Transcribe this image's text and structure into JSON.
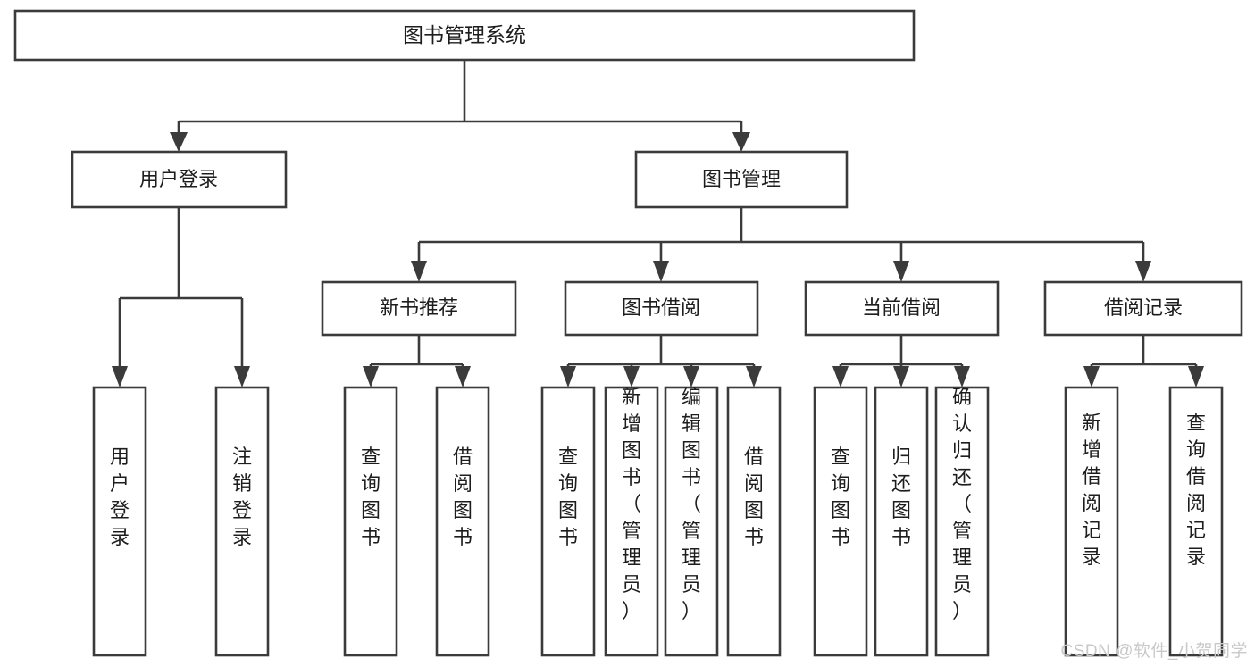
{
  "diagram": {
    "title": "图书管理系统",
    "type": "tree",
    "orientation": "top-down",
    "colors": {
      "box_stroke": "#3b3b3b",
      "box_fill": "#ffffff",
      "text": "#1d1d1d",
      "background": "#ffffff",
      "watermark": "#c9c9c9"
    },
    "root": {
      "id": "root",
      "label": "图书管理系统",
      "orientation": "horizontal"
    },
    "level2": [
      {
        "id": "user-login",
        "label": "用户登录",
        "orientation": "horizontal"
      },
      {
        "id": "book-manage",
        "label": "图书管理",
        "orientation": "horizontal"
      }
    ],
    "level3": [
      {
        "id": "new-book-recommend",
        "label": "新书推荐",
        "orientation": "horizontal",
        "parent": "book-manage"
      },
      {
        "id": "book-borrow",
        "label": "图书借阅",
        "orientation": "horizontal",
        "parent": "book-manage"
      },
      {
        "id": "current-borrow",
        "label": "当前借阅",
        "orientation": "horizontal",
        "parent": "book-manage"
      },
      {
        "id": "borrow-record",
        "label": "借阅记录",
        "orientation": "horizontal",
        "parent": "book-manage"
      }
    ],
    "leaves": [
      {
        "id": "leaf-user-login",
        "label": "用户登录",
        "orientation": "vertical",
        "parent": "user-login"
      },
      {
        "id": "leaf-user-logout",
        "label": "注销登录",
        "orientation": "vertical",
        "parent": "user-login"
      },
      {
        "id": "leaf-query-book-1",
        "label": "查询图书",
        "orientation": "vertical",
        "parent": "new-book-recommend"
      },
      {
        "id": "leaf-borrow-book-1",
        "label": "借阅图书",
        "orientation": "vertical",
        "parent": "new-book-recommend"
      },
      {
        "id": "leaf-query-book-2",
        "label": "查询图书",
        "orientation": "vertical",
        "parent": "book-borrow"
      },
      {
        "id": "leaf-add-book",
        "label": "新增图书（管理员）",
        "orientation": "vertical",
        "parent": "book-borrow"
      },
      {
        "id": "leaf-edit-book",
        "label": "编辑图书（管理员）",
        "orientation": "vertical",
        "parent": "book-borrow"
      },
      {
        "id": "leaf-borrow-book-2",
        "label": "借阅图书",
        "orientation": "vertical",
        "parent": "book-borrow"
      },
      {
        "id": "leaf-query-book-3",
        "label": "查询图书",
        "orientation": "vertical",
        "parent": "current-borrow"
      },
      {
        "id": "leaf-return-book",
        "label": "归还图书",
        "orientation": "vertical",
        "parent": "current-borrow"
      },
      {
        "id": "leaf-confirm-return",
        "label": "确认归还（管理员）",
        "orientation": "vertical",
        "parent": "current-borrow"
      },
      {
        "id": "leaf-add-record",
        "label": "新增借阅记录",
        "orientation": "vertical",
        "parent": "borrow-record"
      },
      {
        "id": "leaf-query-record",
        "label": "查询借阅记录",
        "orientation": "vertical",
        "parent": "borrow-record"
      }
    ],
    "watermark": "CSDN @软件_小贺同学"
  }
}
